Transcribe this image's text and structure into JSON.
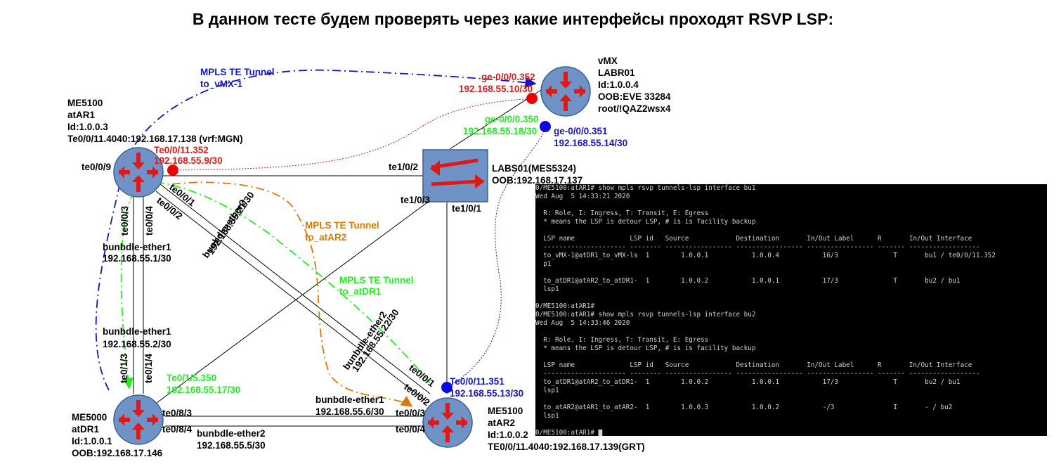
{
  "title": "В данном тесте будем проверять через какие интерфейсы проходят RSVP LSP:",
  "colors": {
    "blue_tunnel": "#1515c8",
    "orange_tunnel": "#e07800",
    "green_tunnel": "#22ee22",
    "red": "#e01818",
    "router_fill": "#6f93c6",
    "switch_fill": "#6f93c6"
  },
  "icons": {
    "router": "router-icon",
    "switch": "switch-icon"
  },
  "nodes": {
    "vmx": [
      "vMX",
      "LABR01",
      "Id:1.0.0.4",
      "OOB:EVE 33284",
      "root/!QAZ2wsx4"
    ],
    "atar1": [
      "ME5100",
      "atAR1",
      "Id:1.0.0.3",
      "Te0/0/11.4040:192.168.17.138 (vrf:MGN)"
    ],
    "labs01": [
      "LABS01(MES5324)",
      "OOB:192.168.17.137"
    ],
    "atdr1": [
      "ME5000",
      "atDR1",
      "Id:1.0.0.1",
      "OOB:192.168.17.146"
    ],
    "atar2": [
      "ME5100",
      "atAR2",
      "Id:1.0.0.2",
      "TE0/0/11.4040:192.168.17.139(GRT)"
    ]
  },
  "labels": {
    "tunnel_vmx_1": "MPLS TE Tunnel",
    "tunnel_vmx_2": "to_vMX-1",
    "tunnel_atar2_1": "MPLS TE Tunnel",
    "tunnel_atar2_2": "to_atAR2",
    "tunnel_atdr1_1": "MPLS TE Tunnel",
    "tunnel_atdr1_2": "to_atDR1",
    "ge352_if": "ge-0/0/0.352",
    "ge352_ip": "192.168.55.10/30",
    "ge350_if": "ge-0/0/0.350",
    "ge350_ip": "192.168.55.18/30",
    "ge351_if": "ge-0/0/0.351",
    "ge351_ip": "192.168.55.14/30",
    "te11352_if": "Te0/0/11.352",
    "te11352_ip": "192.168.55.9/30",
    "te009": "te0/0/9",
    "te102": "te1/0/2",
    "te103": "te1/0/3",
    "te101": "te1/0/1",
    "te001_a": "te0/0/1",
    "te002_a": "te0/0/2",
    "te003_a": "te0/0/3",
    "te004_a": "te0/0/4",
    "be1_a_name": "bunbdle-ether1",
    "be1_a_ip": "192.168.55.1/30",
    "be1_b_name": "bunbdle-ether1",
    "be1_b_ip": "192.168.55.2/30",
    "be2_a_name": "bunbdle-ether2",
    "be2_a_ip": "192.168.55.21/30",
    "be2_b_name": "bunbdle-ether2",
    "be2_b_ip": "192.168.55.22/30",
    "te013": "te0/1/3",
    "te014": "te0/1/4",
    "te15350_if": "Te0/1/5.350",
    "te15350_ip": "192.168.55.17/30",
    "te083": "te0/8/3",
    "te084": "te0/8/4",
    "be1_c_name": "bunbdle-ether1",
    "be1_c_ip": "192.168.55.6/30",
    "be2_c_name": "bunbdle-ether2",
    "be2_c_ip": "192.168.55.5/30",
    "te003_b": "te0/0/3",
    "te004_b": "te0/0/4",
    "te001_b": "te0/0/1",
    "te002_b": "te0/0/2",
    "te11351_if": "Te0/0/11.351",
    "te11351_ip": "192.168.55.13/30"
  },
  "terminal": {
    "lines": [
      "0/ME5100:atAR1# show mpls rsvp tunnels-lsp interface bu1",
      "Wed Aug  5 14:33:21 2020",
      "",
      "  R: Role, I: Ingress, T: Transit, E: Egress",
      "  * means the LSP is detour LSP, # is is facility backup",
      "",
      "  LSP name              LSP id   Source            Destination       In/Out Label      R       In/Out Interface",
      "  --------------------- -------- ----------------- ----------------- ----------------- ------- ------------------",
      "  to_vMX-1@atDR1_to_vMX-ls  1        1.0.0.1           1.0.0.4           16/3              T       bu1 / te0/0/11.352",
      "  p1",
      "",
      "  to_atDR1@atAR2_to_atDR1-  1        1.0.0.2           1.0.0.1           17/3              T       bu2 / bu1",
      "  lsp1",
      "",
      "0/ME5100:atAR1#",
      "0/ME5100:atAR1# show mpls rsvp tunnels-lsp interface bu2",
      "Wed Aug  5 14:33:46 2020",
      "",
      "  R: Role, I: Ingress, T: Transit, E: Egress",
      "  * means the LSP is detour LSP, # is is facility backup",
      "",
      "  LSP name              LSP id   Source            Destination       In/Out Label      R       In/Out Interface",
      "  --------------------- -------- ----------------- ----------------- ----------------- ------- ------------------",
      "  to_atDR1@atAR2_to_atDR1-  1        1.0.0.2           1.0.0.1           17/3              T       bu2 / bu1",
      "  lsp1",
      "",
      "  to_atAR2@atAR1_to_atAR2-  1        1.0.0.3           1.0.0.2           -/3               I       - / bu2",
      "  lsp1",
      "",
      "0/ME5100:atAR1# ▇"
    ]
  }
}
